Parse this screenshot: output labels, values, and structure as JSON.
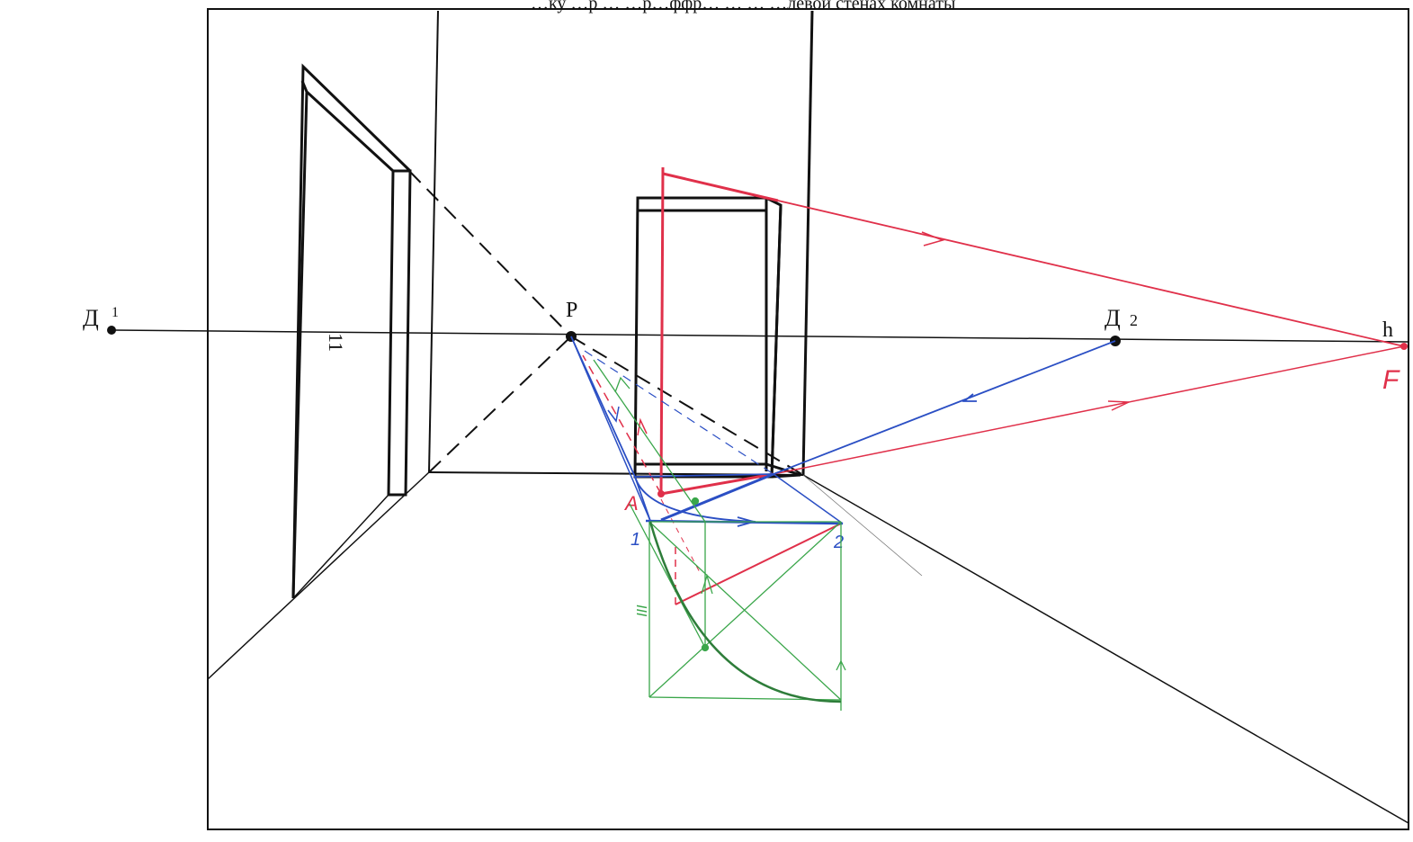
{
  "header_fragment": "…ку …р … …р…ффр… … … …левой стенах комнаты",
  "page_number": "11",
  "points": {
    "d1": {
      "label": "Д",
      "sub": "1"
    },
    "p": {
      "label": "P"
    },
    "d2": {
      "label": "Д",
      "sub": "2"
    },
    "h": {
      "label": "h"
    },
    "f": {
      "label": "F"
    },
    "a": {
      "label": "A"
    },
    "n1": {
      "label": "1"
    },
    "n2": {
      "label": "2"
    },
    "tick": {
      "label": "III"
    }
  },
  "colors": {
    "ink": "#111111",
    "red": "#e0304a",
    "blue": "#2b4fc4",
    "green": "#3aa64a",
    "dark_green": "#2e7d3a"
  }
}
